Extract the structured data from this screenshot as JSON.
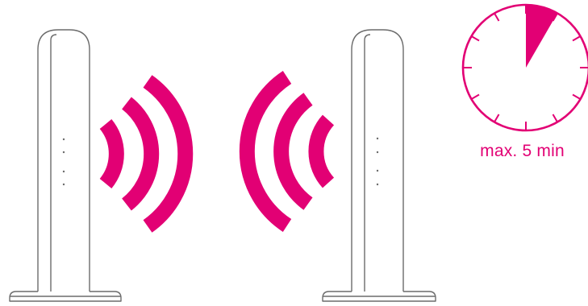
{
  "colors": {
    "accent": "#e20074",
    "outline": "#6b6b6b",
    "background": "#ffffff"
  },
  "devices": [
    {
      "name": "left-router",
      "status_leds": 4
    },
    {
      "name": "right-router",
      "status_leds": 4
    }
  ],
  "signals": {
    "left_router_waves": 3,
    "right_router_waves": 3
  },
  "timer": {
    "caption": "max. 5 min",
    "highlighted_minutes": 5,
    "total_minutes": 60,
    "tick_count": 12
  }
}
